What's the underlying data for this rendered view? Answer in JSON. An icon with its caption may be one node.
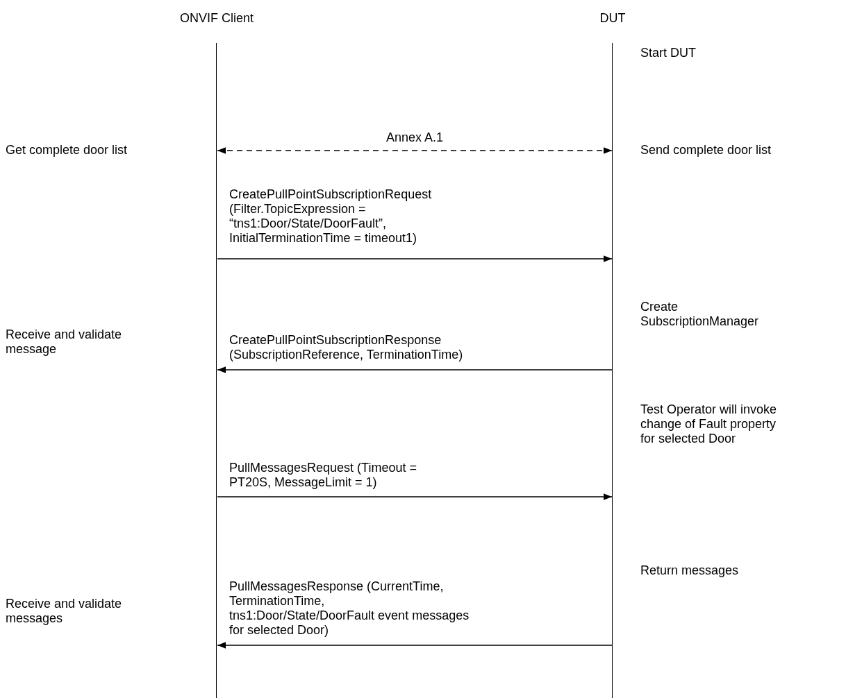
{
  "diagram": {
    "nodes": [
      {
        "text": [
          "ONVIF Client"
        ]
      },
      {
        "text": [
          "DUT"
        ]
      }
    ],
    "edges": [
      {
        "from": 0,
        "to": 1,
        "arrow": "both",
        "style": "dashed",
        "label": "Annex A.1"
      },
      {
        "from": 0,
        "to": 1,
        "arrow": "to",
        "label": "CreatePullPointSubscriptionRequest (Filter.TopicExpression = “tns1:Door/State/DoorFault”, InitialTerminationTime = timeout1)"
      },
      {
        "from": 1,
        "to": 0,
        "arrow": "to",
        "label": "CreatePullPointSubscriptionResponse (SubscriptionReference, TerminationTime)"
      },
      {
        "from": 0,
        "to": 1,
        "arrow": "to",
        "label": "PullMessagesRequest (Timeout = PT20S, MessageLimit = 1)"
      },
      {
        "from": 1,
        "to": 0,
        "arrow": "to",
        "label": "PullMessagesResponse (CurrentTime, TerminationTime, tns1:Door/State/DoorFault event messages for selected Door)"
      }
    ],
    "labels": [
      "Start DUT",
      "Get complete door list",
      "Send complete door list",
      "Create SubscriptionManager",
      "Receive and validate message",
      "Test Operator will invoke change of Fault property for selected Door",
      "Return messages",
      "Receive and validate messages"
    ]
  }
}
